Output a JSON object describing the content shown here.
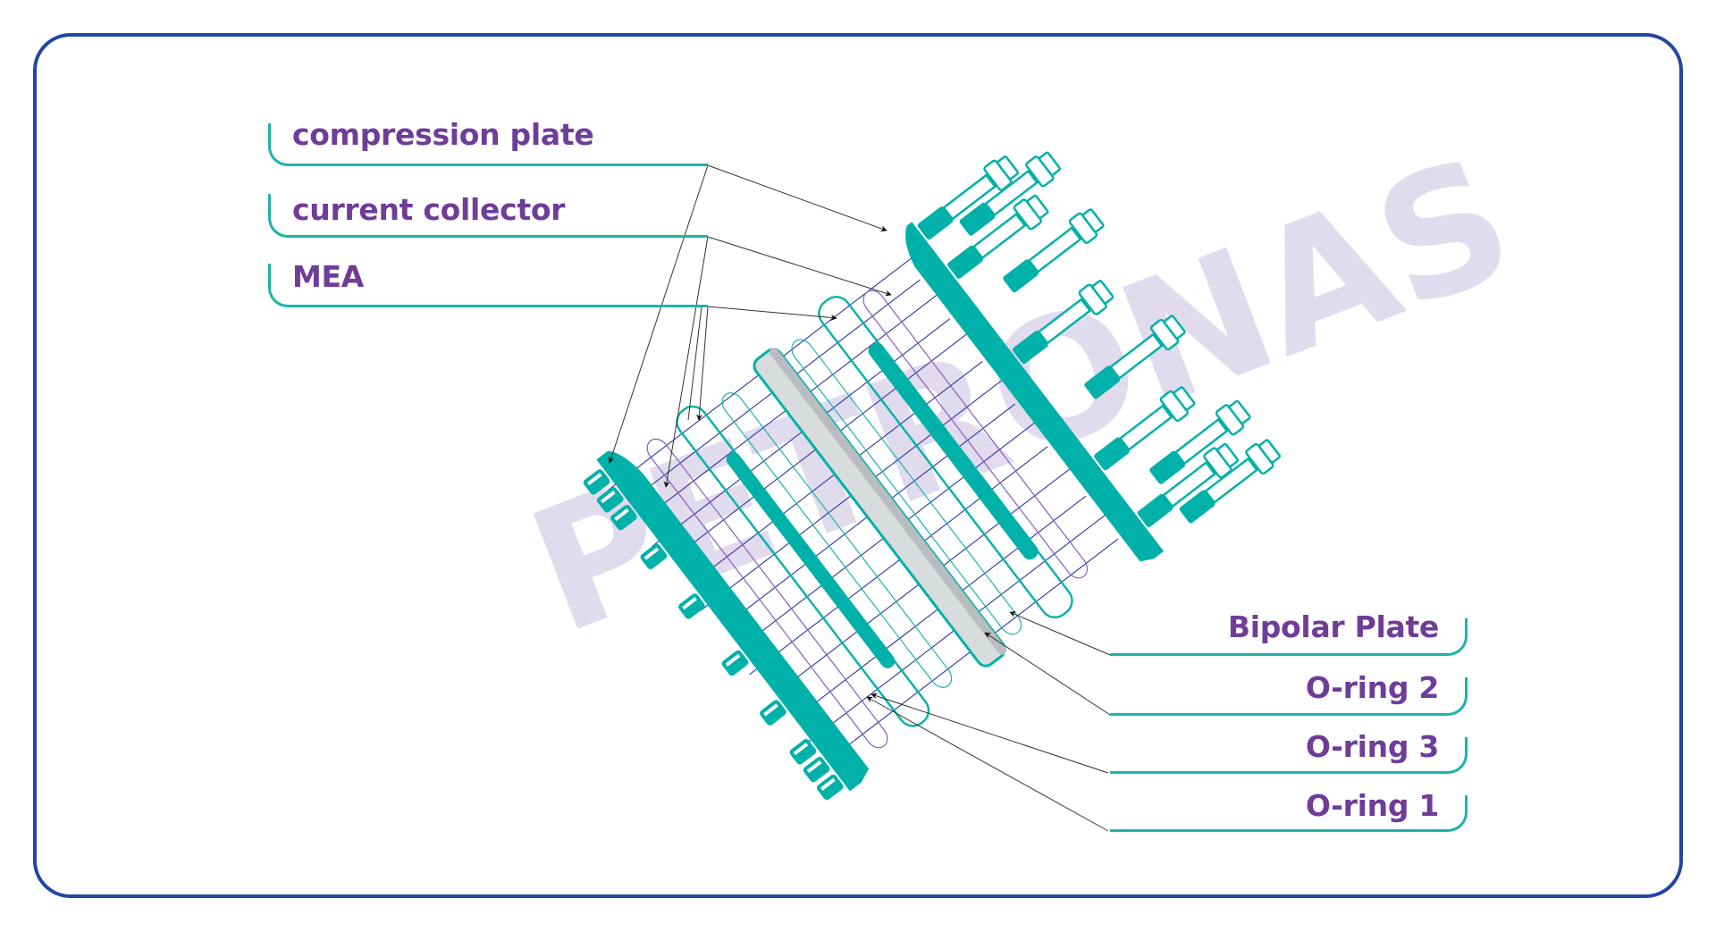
{
  "diagram": {
    "watermark": "PETRONAS",
    "labels_left": [
      {
        "text": "compression plate",
        "target": "compression-plate"
      },
      {
        "text": "current collector",
        "target": "current-collector"
      },
      {
        "text": "MEA",
        "target": "mea"
      }
    ],
    "labels_right": [
      {
        "text": "Bipolar Plate",
        "target": "bipolar-plate"
      },
      {
        "text": "O-ring 2",
        "target": "o-ring-2"
      },
      {
        "text": "O-ring 3",
        "target": "o-ring-3"
      },
      {
        "text": "O-ring 1",
        "target": "o-ring-1"
      }
    ],
    "colors": {
      "frame": "#2346a0",
      "part_fill": "#00b1a9",
      "label_text": "#6f3d98",
      "guide_lines": "#2b35a0",
      "o_ring": "#8a5cc0",
      "leader": "#333333",
      "mea_fill": "#d9dcdd"
    }
  }
}
